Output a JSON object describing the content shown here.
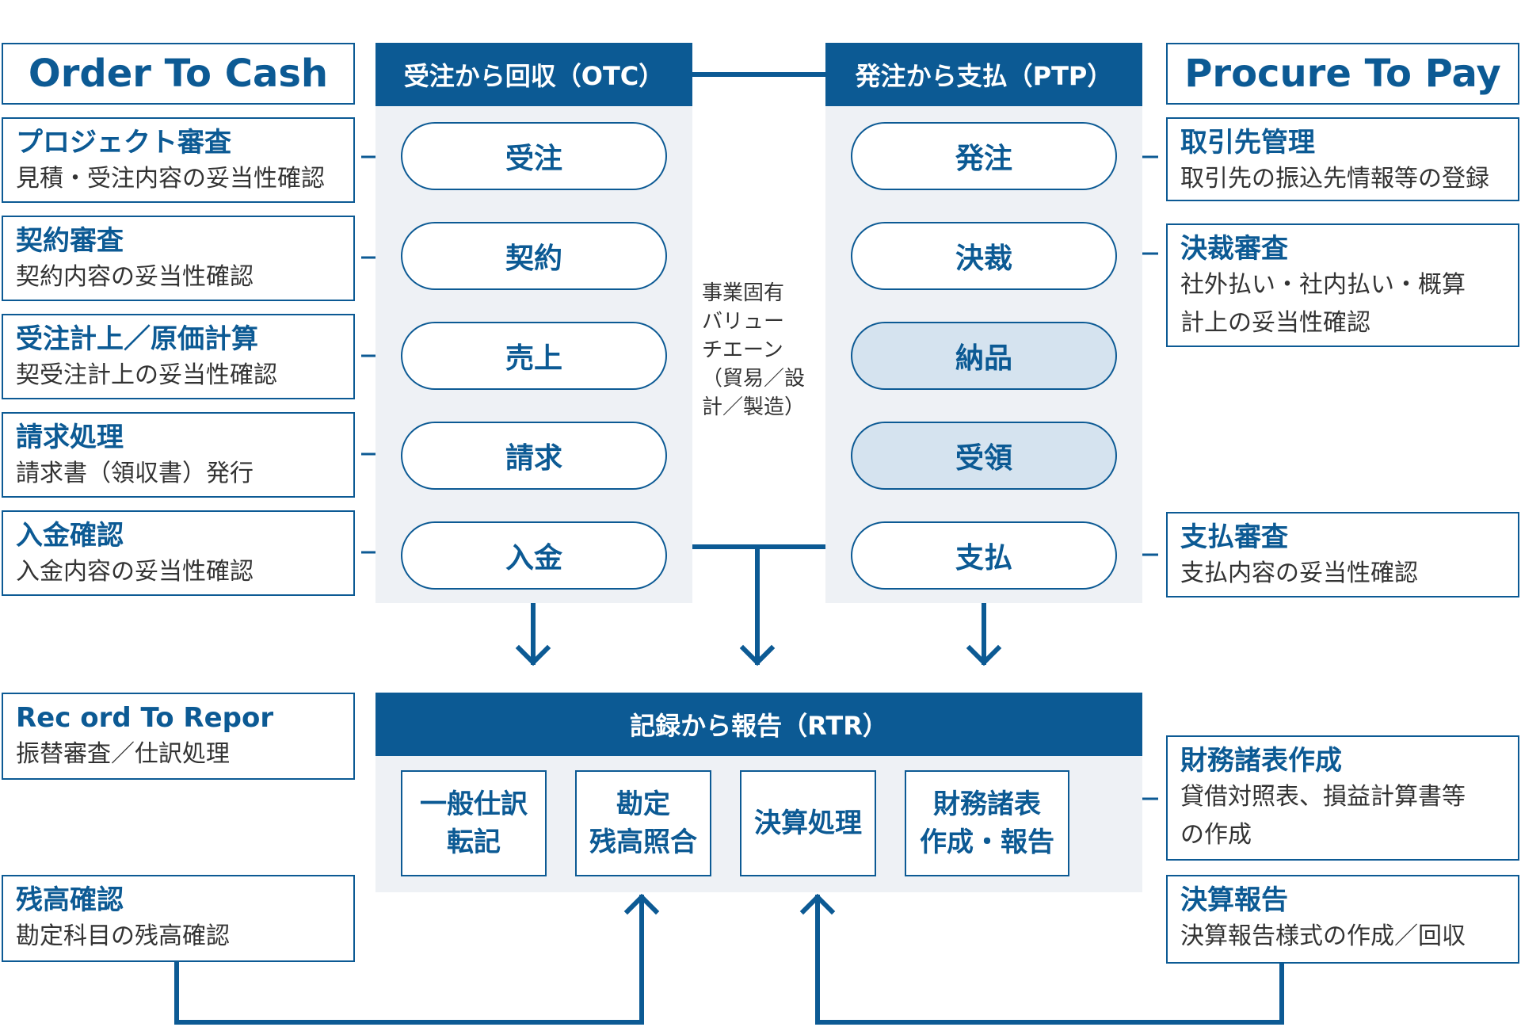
{
  "colors": {
    "primary": "#0c5a94",
    "panel_bg": "#eef1f5",
    "shaded_step": "#d5e3ef",
    "text": "#333333"
  },
  "otc": {
    "side_title": "Order To Cash",
    "header": "受注から回収（OTC）",
    "steps": [
      "受注",
      "契約",
      "売上",
      "請求",
      "入金"
    ],
    "checks": [
      {
        "title": "プロジェクト審査",
        "desc": "見積・受注内容の妥当性確認"
      },
      {
        "title": "契約審査",
        "desc": "契約内容の妥当性確認"
      },
      {
        "title": "受注計上／原価計算",
        "desc": "契受注計上の妥当性確認"
      },
      {
        "title": "請求処理",
        "desc": "請求書（領収書）発行"
      },
      {
        "title": "入金確認",
        "desc": "入金内容の妥当性確認"
      }
    ]
  },
  "ptp": {
    "side_title": "Procure To Pay",
    "header": "発注から支払（PTP）",
    "steps": [
      "発注",
      "決裁",
      "納品",
      "受領",
      "支払"
    ],
    "checks": [
      {
        "title": "取引先管理",
        "desc": "取引先の振込先情報等の登録"
      },
      {
        "title": "決裁審査",
        "desc": "社外払い・社内払い・概算\n計上の妥当性確認"
      },
      {
        "title": "支払審査",
        "desc": "支払内容の妥当性確認"
      }
    ]
  },
  "value_chain": "事業固有\nバリュー\nチエーン\n（貿易／設\n計／製造）",
  "rtr": {
    "header": "記録から報告（RTR）",
    "steps": [
      "一般仕訳\n転記",
      "勘定\n残高照合",
      "決算処理",
      "財務諸表\n作成・報告"
    ],
    "left_checks": [
      {
        "title": "Rec ord To Repor",
        "desc": "振替審査／仕訳処理"
      },
      {
        "title": "残高確認",
        "desc": "勘定科目の残高確認"
      }
    ],
    "right_checks": [
      {
        "title": "財務諸表作成",
        "desc": "貸借対照表、損益計算書等\nの作成"
      },
      {
        "title": "決算報告",
        "desc": "決算報告様式の作成／回収"
      }
    ]
  }
}
